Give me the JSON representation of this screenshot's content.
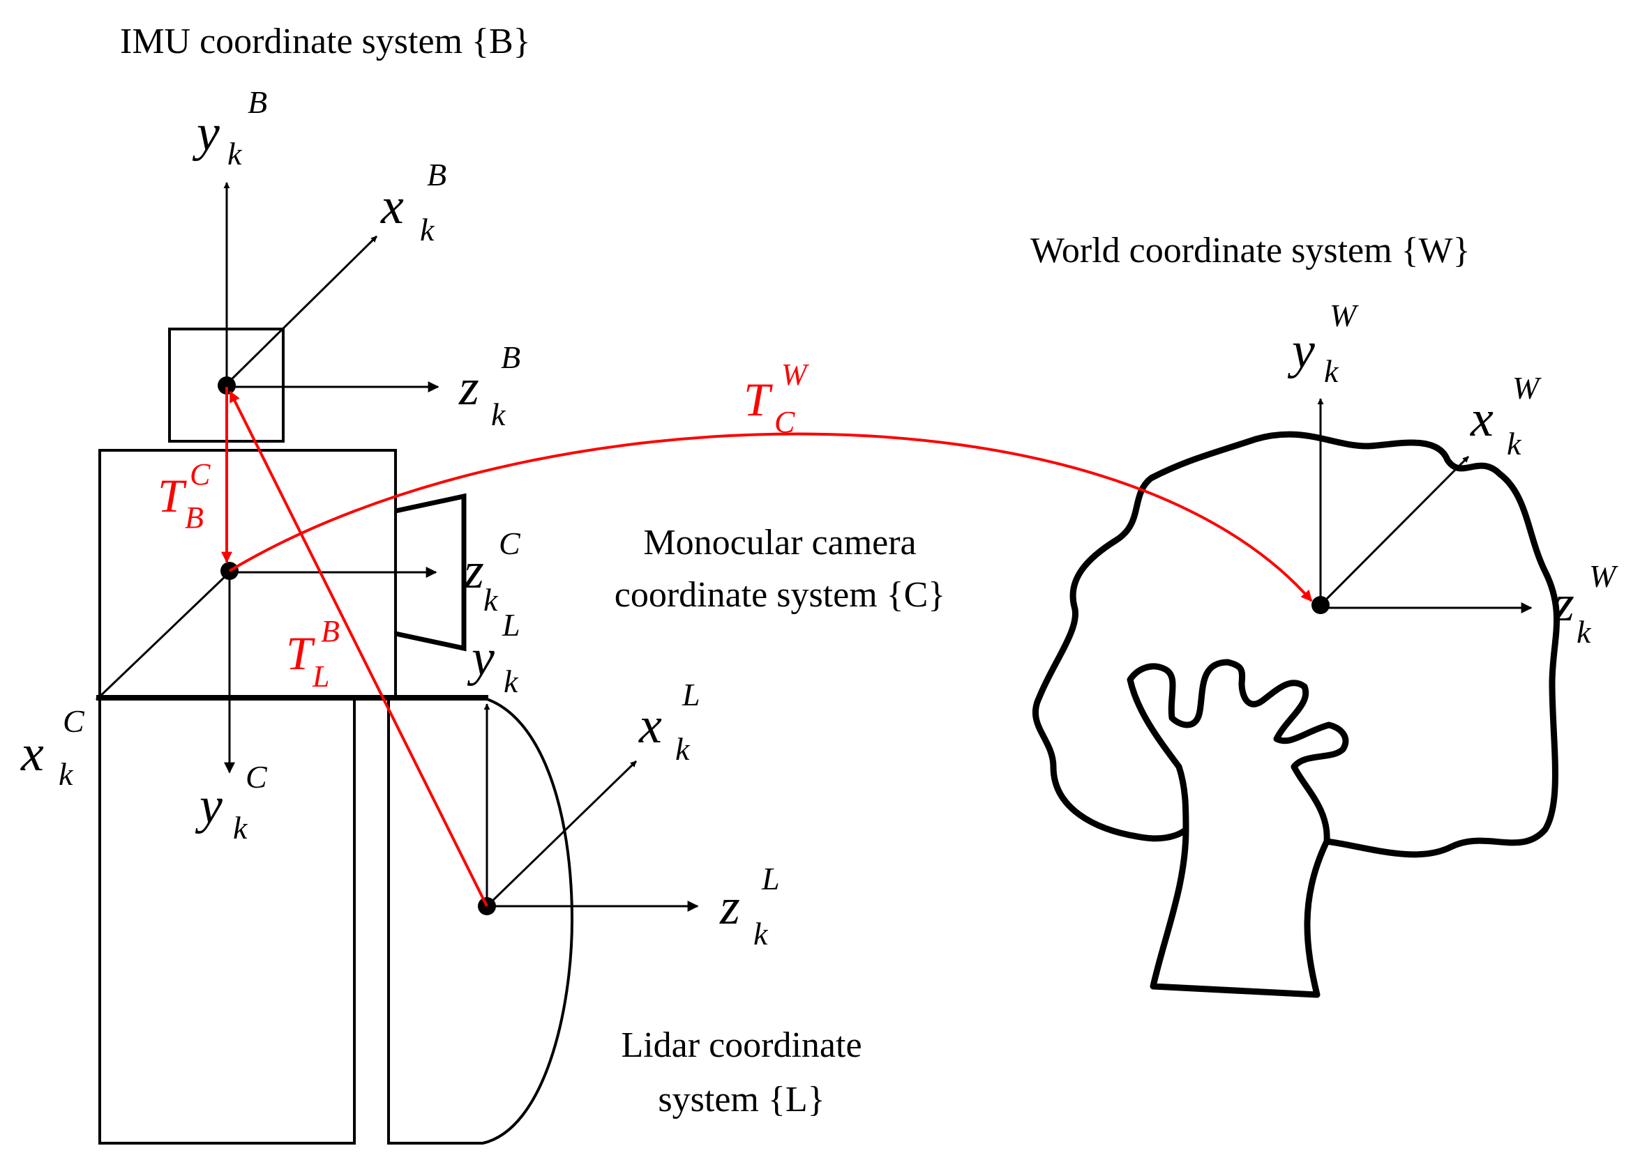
{
  "systems": {
    "imu": "IMU coordinate system {B}",
    "world": "World coordinate system {W}",
    "camera_line1": "Monocular camera",
    "camera_line2": "coordinate system {C}",
    "lidar_line1": "Lidar coordinate",
    "lidar_line2": "system {L}"
  },
  "axes": {
    "imu": {
      "y": [
        "y",
        "k",
        "B"
      ],
      "x": [
        "x",
        "k",
        "B"
      ],
      "z": [
        "z",
        "k",
        "B"
      ]
    },
    "camera": {
      "y": [
        "y",
        "k",
        "C"
      ],
      "x": [
        "x",
        "k",
        "C"
      ],
      "z": [
        "z",
        "k",
        "C"
      ]
    },
    "lidar": {
      "y": [
        "y",
        "k",
        "L"
      ],
      "x": [
        "x",
        "k",
        "L"
      ],
      "z": [
        "z",
        "k",
        "L"
      ]
    },
    "world": {
      "y": [
        "y",
        "k",
        "W"
      ],
      "x": [
        "x",
        "k",
        "W"
      ],
      "z": [
        "z",
        "k",
        "W"
      ]
    }
  },
  "transforms": {
    "T_B_C": {
      "symbol": "T",
      "sup": "C",
      "sub": "B"
    },
    "T_L_B": {
      "symbol": "T",
      "sup": "B",
      "sub": "L"
    },
    "T_C_W": {
      "symbol": "T",
      "sup": "W",
      "sub": "C"
    }
  },
  "colors": {
    "transform": "#ff0000",
    "ink": "#000000"
  }
}
